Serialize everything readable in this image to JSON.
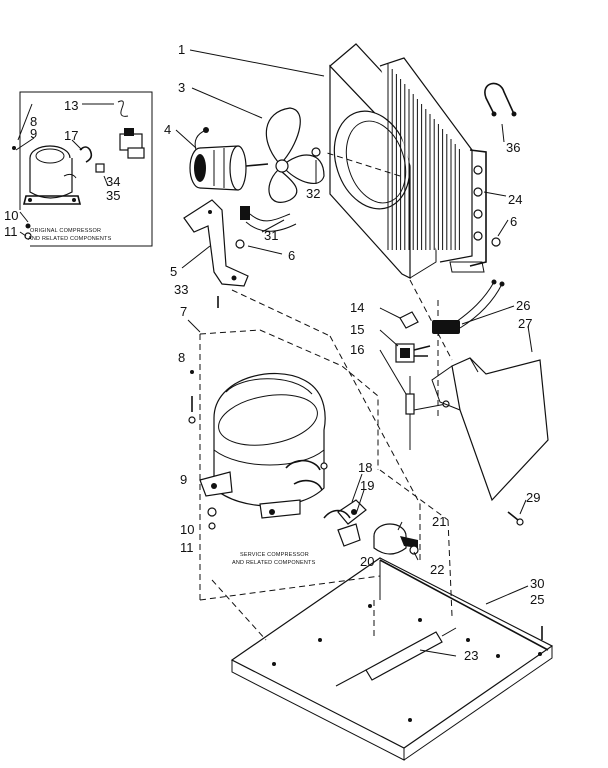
{
  "labels": [
    {
      "id": "p1",
      "text": "1"
    },
    {
      "id": "p3",
      "text": "3"
    },
    {
      "id": "p4",
      "text": "4"
    },
    {
      "id": "p5",
      "text": "5"
    },
    {
      "id": "p6a",
      "text": "6"
    },
    {
      "id": "p6b",
      "text": "6"
    },
    {
      "id": "p7",
      "text": "7"
    },
    {
      "id": "p8a",
      "text": "8"
    },
    {
      "id": "p8b",
      "text": "8"
    },
    {
      "id": "p9a",
      "text": "9"
    },
    {
      "id": "p9b",
      "text": "9"
    },
    {
      "id": "p10a",
      "text": "10"
    },
    {
      "id": "p10b",
      "text": "10"
    },
    {
      "id": "p11a",
      "text": "11"
    },
    {
      "id": "p11b",
      "text": "11"
    },
    {
      "id": "p13",
      "text": "13"
    },
    {
      "id": "p14",
      "text": "14"
    },
    {
      "id": "p15",
      "text": "15"
    },
    {
      "id": "p16",
      "text": "16"
    },
    {
      "id": "p17",
      "text": "17"
    },
    {
      "id": "p18",
      "text": "18"
    },
    {
      "id": "p19",
      "text": "19"
    },
    {
      "id": "p20",
      "text": "20"
    },
    {
      "id": "p21",
      "text": "21"
    },
    {
      "id": "p22",
      "text": "22"
    },
    {
      "id": "p23",
      "text": "23"
    },
    {
      "id": "p24",
      "text": "24"
    },
    {
      "id": "p25",
      "text": "25"
    },
    {
      "id": "p26",
      "text": "26"
    },
    {
      "id": "p27",
      "text": "27"
    },
    {
      "id": "p29",
      "text": "29"
    },
    {
      "id": "p30",
      "text": "30"
    },
    {
      "id": "p31",
      "text": "31"
    },
    {
      "id": "p32",
      "text": "32"
    },
    {
      "id": "p33",
      "text": "33"
    },
    {
      "id": "p34",
      "text": "34"
    },
    {
      "id": "p35",
      "text": "35"
    },
    {
      "id": "p36",
      "text": "36"
    }
  ],
  "captions": {
    "original_line1": "ORIGINAL COMPRESSOR",
    "original_line2": "AND RELATED COMPONENTS",
    "service_line1": "SERVICE COMPRESSOR",
    "service_line2": "AND RELATED COMPONENTS"
  }
}
